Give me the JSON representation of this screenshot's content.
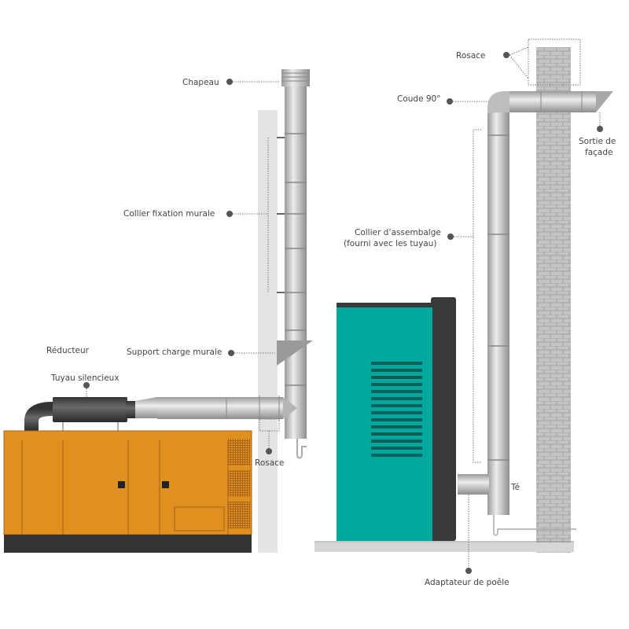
{
  "labels": {
    "chapeau": "Chapeau",
    "collier_fixation": "Collier fixation murale",
    "reducteur": "Réducteur",
    "support_charge": "Support charge murale",
    "tuyau_silencieux": "Tuyau silencieux",
    "rosace_left": "Rosace",
    "rosace_right": "Rosace",
    "coude": "Coude 90°",
    "sortie_line1": "Sortie de",
    "sortie_line2": "façade",
    "collier_assemblage_line1": "Collier d’assembalge",
    "collier_assemblage_line2": "(fourni avec les tuyau)",
    "te": "Té",
    "adaptateur": "Adaptateur de poêle"
  },
  "colors": {
    "generator": "#e0901f",
    "stove": "#00a99d",
    "pipe": "#c8c8ca",
    "wall": "#bdbdbd"
  }
}
